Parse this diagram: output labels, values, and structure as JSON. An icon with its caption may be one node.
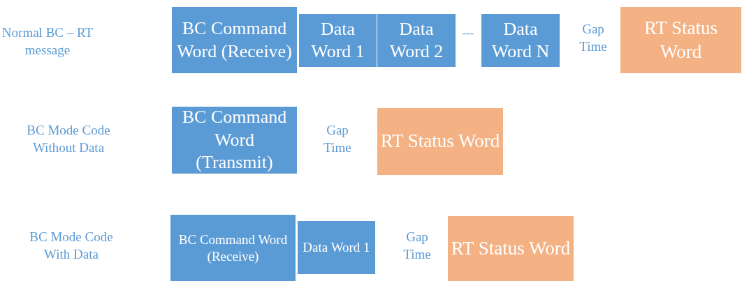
{
  "diagram": {
    "nodes": [
      {
        "text": [
          "BC Command Word (Receive)"
        ]
      },
      {
        "text": [
          "Data Word 1"
        ]
      },
      {
        "text": [
          "Data Word 2"
        ]
      },
      {
        "text": [
          "Data Word N"
        ]
      },
      {
        "text": [
          "RT Status Word"
        ]
      },
      {
        "text": [
          "BC Command Word (Transmit)"
        ]
      },
      {
        "text": [
          "RT Status Word"
        ]
      },
      {
        "text": [
          "BC Command Word (Receive)"
        ]
      },
      {
        "text": [
          "Data Word 1"
        ]
      },
      {
        "text": [
          "RT Status Word"
        ]
      }
    ],
    "edges": [],
    "labels": [
      "Normal BC – RT message",
      "---",
      "Gap Time",
      "BC Mode Code Without Data",
      "Gap Time",
      "BC Mode Code With Data",
      "Gap Time"
    ]
  }
}
